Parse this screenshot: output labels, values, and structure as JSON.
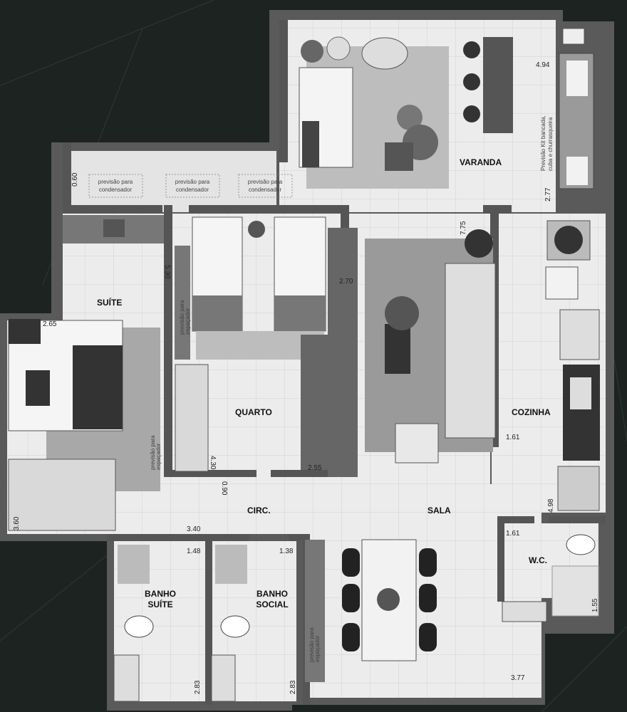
{
  "rooms": {
    "varanda": "VARANDA",
    "suite": "SUÍTE",
    "quarto": "QUARTO",
    "circ": "CIRC.",
    "sala": "SALA",
    "cozinha": "COZINHA",
    "wc": "W.C.",
    "banho_suite": [
      "BANHO",
      "SUÍTE"
    ],
    "banho_social": [
      "BANHO",
      "SOCIAL"
    ]
  },
  "notes": {
    "condensador": [
      "previsão para",
      "condensador"
    ],
    "kit_varanda": [
      "Previsão Kit bancada,",
      "cuba e churrasqueira"
    ],
    "espacador": [
      "previsão para",
      "espaçador"
    ]
  },
  "dimensions": {
    "varanda_depth": "0.60",
    "varanda_length": "4.94",
    "varanda_width": "2.77",
    "suite_length": "5.30",
    "suite_width": "2.65",
    "suite_closet": "3.60",
    "quarto_length": "2.70",
    "sala_length": "7.75",
    "quarto_width": "2.55",
    "quarto_closet": "4.30",
    "circ_width": "0.90",
    "circ_length": "3.40",
    "banho_suite_width": "1.48",
    "banho_social_width": "1.38",
    "cozinha_width": "1.61",
    "cozinha_length": "4.98",
    "wc_width": "1.61",
    "wc_length": "1.55",
    "sala_width": "3.77",
    "banho_suite_length": "2.83",
    "banho_social_length": "2.83"
  },
  "colors": {
    "background": "#1d2321",
    "wall": "#5a5a5a",
    "floor": "#eaeaea"
  }
}
